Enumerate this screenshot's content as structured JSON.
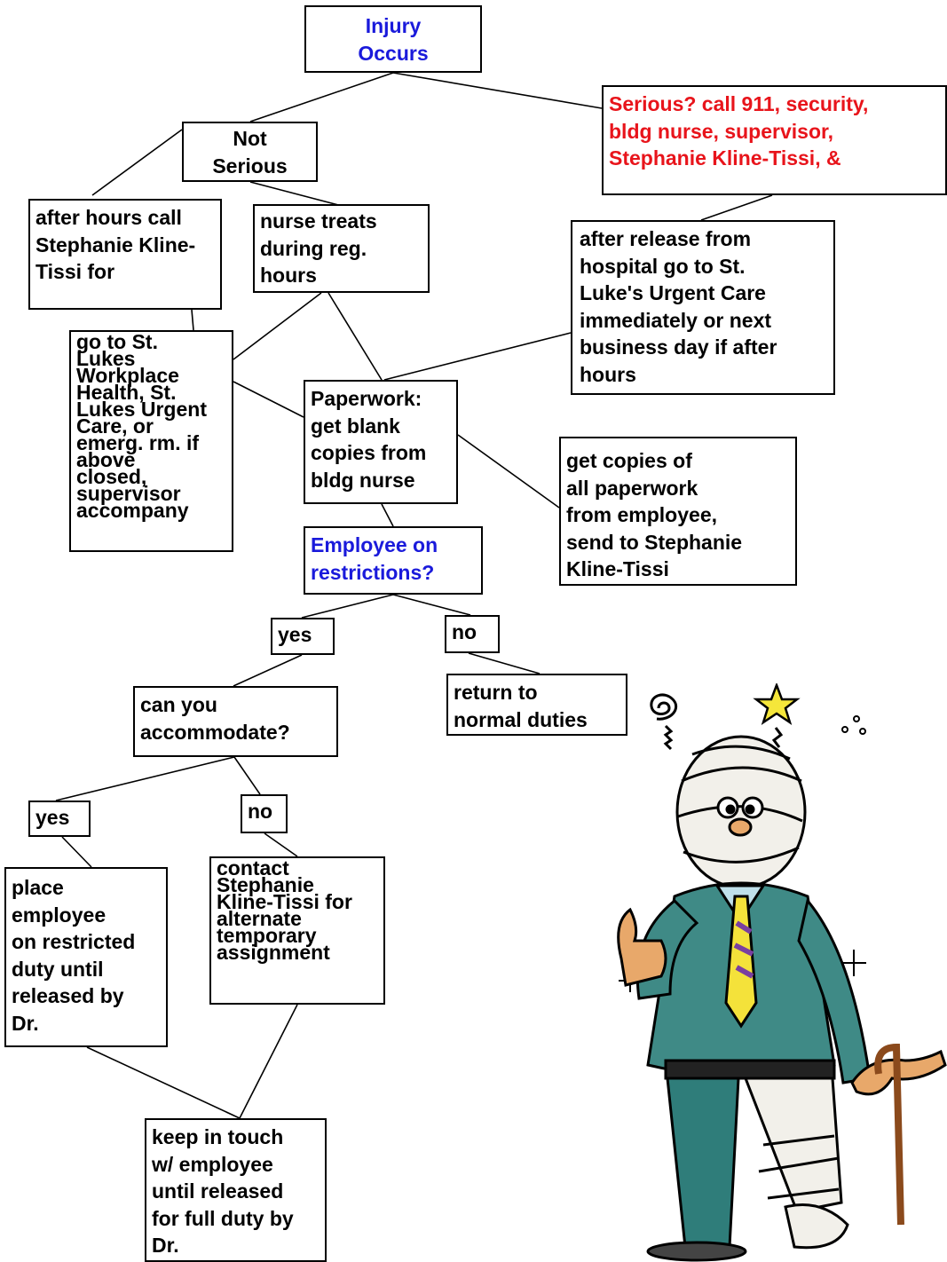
{
  "nodes": {
    "injury": "Injury\nOccurs",
    "serious": "Serious? call 911, security,\nbldg nurse, supervisor,\nStephanie Kline-Tissi, &",
    "not_serious": "Not\nSerious",
    "after_hours": "after hours call\nStephanie Kline-\nTissi for",
    "nurse_treats": "nurse treats\nduring reg.\nhours",
    "after_release": "after release from\nhospital go to St.\nLuke's Urgent Care\nimmediately or next\nbusiness day if after\nhours",
    "go_to": "go to St.\nLukes\nWorkplace\nHealth, St.\nLukes Urgent\nCare, or\nemerg. rm. if\nabove\nclosed,\nsupervisor\naccompany",
    "paperwork": "Paperwork:\nget blank\ncopies from\nbldg nurse",
    "get_copies": "get copies of\nall paperwork\nfrom employee,\nsend to Stephanie\nKline-Tissi",
    "restrictions": "Employee on\nrestrictions?",
    "yes1": "yes",
    "no1": "no",
    "return": "return to\nnormal duties",
    "accommodate": "can you\naccommodate?",
    "yes2": "yes",
    "no2": "no",
    "place": "place\nemployee\non restricted\nduty until\nreleased by\nDr.",
    "contact": "contact\nStephanie\nKline-Tissi for\nalternate\ntemporary\nassignment",
    "keep": "keep in touch\nw/ employee\nuntil released\nfor full duty by\nDr."
  },
  "colors": {
    "question": "#1a1adb",
    "emergency": "#e8141b",
    "suit": "#3f8a86",
    "pants": "#2f7d7a",
    "skin": "#e8a86a",
    "bandage": "#f2f0ea",
    "tie_yellow": "#f4e23a",
    "tie_purple": "#7a3fa0",
    "cane": "#8b4a1c",
    "star": "#f5e63a"
  }
}
